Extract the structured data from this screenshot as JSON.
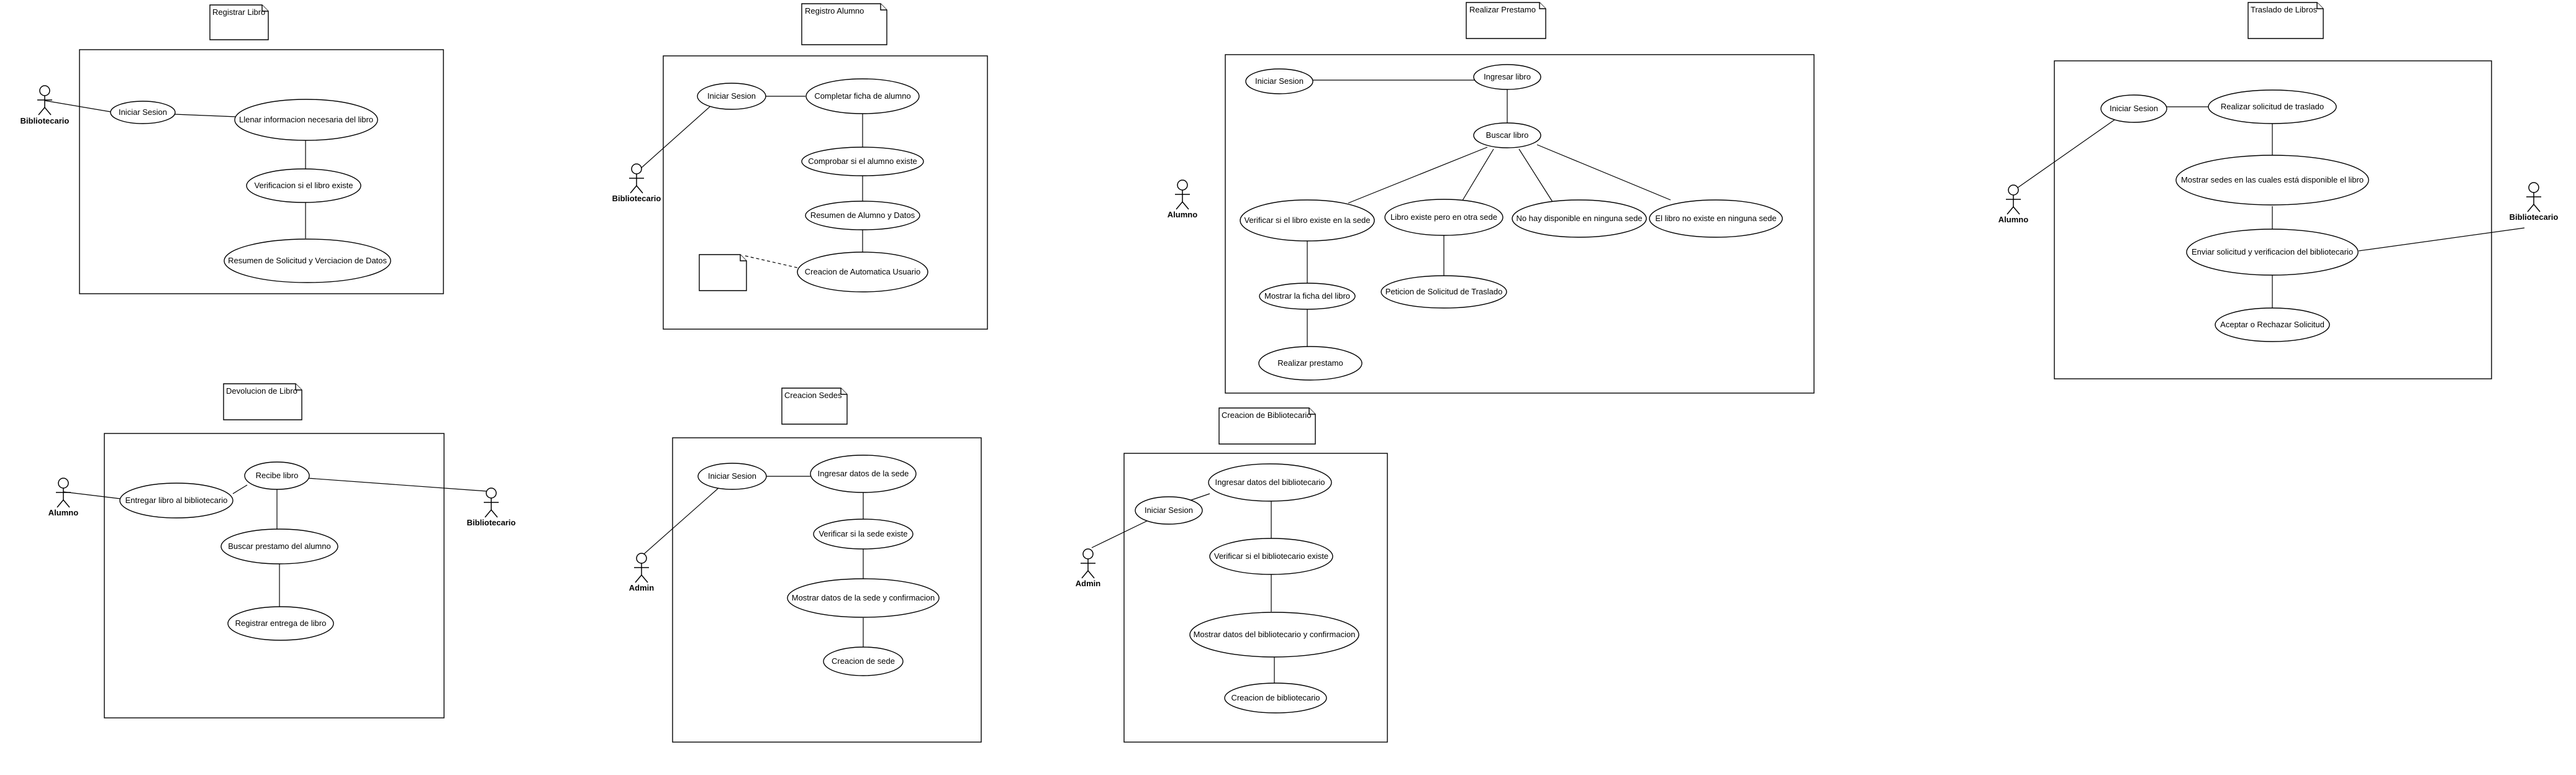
{
  "diagrams": [
    {
      "title": "Registrar Libro",
      "actors": [
        {
          "label": "Bibliotecario"
        }
      ],
      "use_cases": [
        {
          "label": "Iniciar Sesion"
        },
        {
          "label": "Llenar informacion necesaria del libro"
        },
        {
          "label": "Verificacion si el libro existe"
        },
        {
          "label": "Resumen de Solicitud y Verciacion de Datos"
        }
      ]
    },
    {
      "title": "Registro Alumno",
      "actors": [
        {
          "label": "Bibliotecario"
        }
      ],
      "use_cases": [
        {
          "label": "Iniciar Sesion"
        },
        {
          "label": "Completar ficha de alumno"
        },
        {
          "label": "Comprobar si el alumno existe"
        },
        {
          "label": "Resumen de Alumno y Datos"
        },
        {
          "label": "Creacion de Automatica Usuario"
        }
      ],
      "notes": [
        {
          "label": ""
        }
      ]
    },
    {
      "title": "Realizar Prestamo",
      "actors": [
        {
          "label": "Alumno"
        }
      ],
      "use_cases": [
        {
          "label": "Iniciar Sesion"
        },
        {
          "label": "Ingresar libro"
        },
        {
          "label": "Buscar libro"
        },
        {
          "label": "Verificar si el libro existe en la sede"
        },
        {
          "label": "Libro existe pero en otra sede"
        },
        {
          "label": "No hay disponible en ninguna sede"
        },
        {
          "label": "El libro no existe en ninguna sede"
        },
        {
          "label": "Mostrar la ficha del libro"
        },
        {
          "label": "Peticion de Solicitud de Traslado"
        },
        {
          "label": "Realizar prestamo"
        }
      ]
    },
    {
      "title": "Traslado de Libros",
      "actors": [
        {
          "label": "Alumno"
        },
        {
          "label": "Bibliotecario"
        }
      ],
      "use_cases": [
        {
          "label": "Iniciar Sesion"
        },
        {
          "label": "Realizar solicitud de traslado"
        },
        {
          "label": "Mostrar sedes en las cuales está disponible el libro"
        },
        {
          "label": "Enviar solicitud y verificacion del bibliotecario"
        },
        {
          "label": "Aceptar o Rechazar Solicitud"
        }
      ]
    },
    {
      "title": "Devolucion de Libro",
      "actors": [
        {
          "label": "Alumno"
        },
        {
          "label": "Bibliotecario"
        }
      ],
      "use_cases": [
        {
          "label": "Recibe libro"
        },
        {
          "label": "Entregar libro al bibliotecario"
        },
        {
          "label": "Buscar prestamo del alumno"
        },
        {
          "label": "Registrar entrega de libro"
        }
      ]
    },
    {
      "title": "Creacion Sedes",
      "actors": [
        {
          "label": "Admin"
        }
      ],
      "use_cases": [
        {
          "label": "Iniciar Sesion"
        },
        {
          "label": "Ingresar datos de la sede"
        },
        {
          "label": "Verificar si la sede existe"
        },
        {
          "label": "Mostrar datos de la sede y confirmacion"
        },
        {
          "label": "Creacion de sede"
        }
      ]
    },
    {
      "title": "Creacion de Bibliotecario",
      "actors": [
        {
          "label": "Admin"
        }
      ],
      "use_cases": [
        {
          "label": "Iniciar Sesion"
        },
        {
          "label": "Ingresar datos del bibliotecario"
        },
        {
          "label": "Verificar si el bibliotecario existe"
        },
        {
          "label": "Mostrar datos del bibliotecario y confirmacion"
        },
        {
          "label": "Creacion de bibliotecario"
        }
      ]
    }
  ]
}
